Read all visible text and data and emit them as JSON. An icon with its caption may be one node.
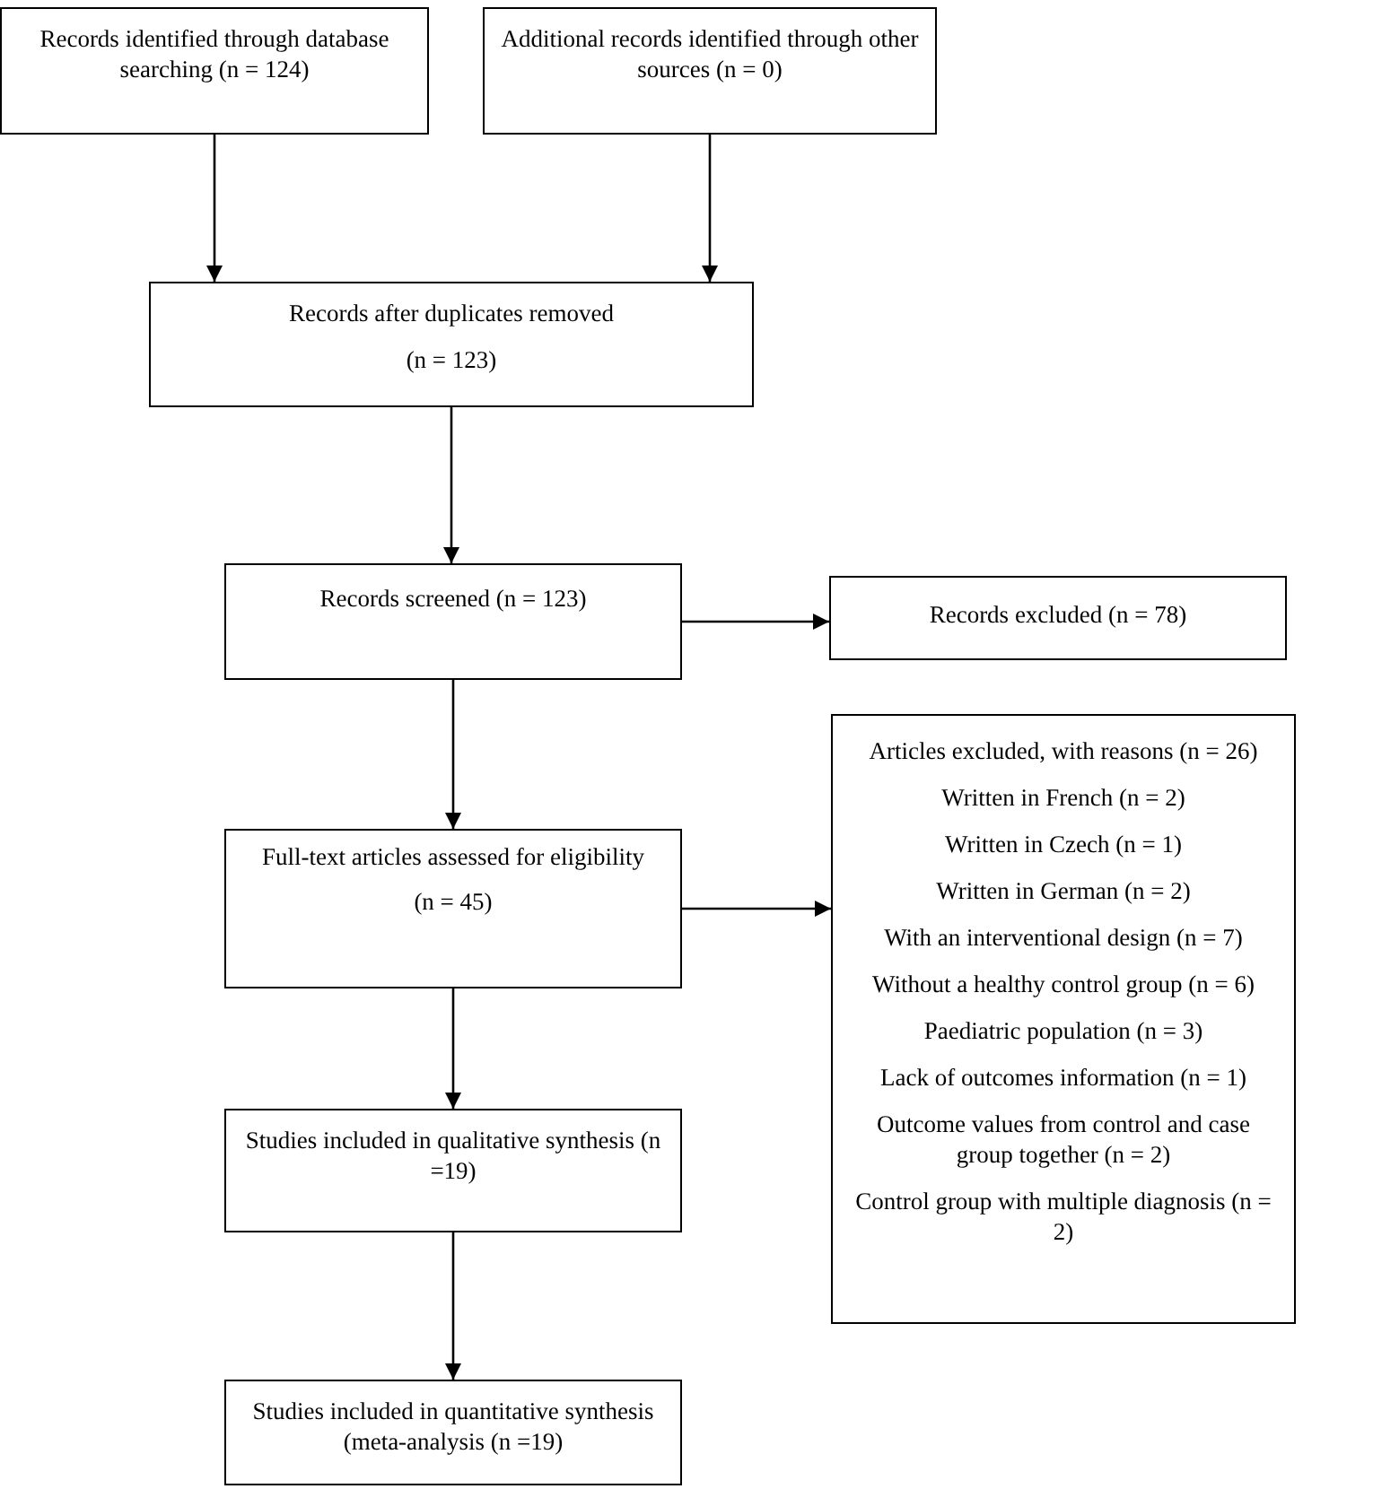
{
  "diagram": {
    "nodes": [
      {
        "text": [
          "Records identified through database searching (n = 124)"
        ]
      },
      {
        "text": [
          "Additional records identified through other sources (n = 0)"
        ]
      },
      {
        "text": [
          "Records after duplicates removed",
          "(n = 123)"
        ]
      },
      {
        "text": [
          "Records screened (n = 123)"
        ]
      },
      {
        "text": [
          "Records excluded (n = 78)"
        ]
      },
      {
        "text": [
          "Full-text articles assessed for eligibility",
          "(n = 45)"
        ]
      },
      {
        "text": [
          "Articles excluded, with reasons (n = 26)",
          "Written in French (n = 2)",
          "Written in Czech (n = 1)",
          "Written in German (n = 2)",
          "With an interventional design (n = 7)",
          "Without a healthy control group (n = 6)",
          "Paediatric population (n = 3)",
          "Lack of outcomes information (n = 1)",
          "Outcome values from control and case group together (n = 2)",
          "Control group with multiple diagnosis (n = 2)"
        ]
      },
      {
        "text": [
          "Studies included in qualitative synthesis (n =19)"
        ]
      },
      {
        "text": [
          "Studies included in quantitative synthesis (meta-analysis (n =19)"
        ]
      }
    ],
    "edges": [
      {
        "from": 0,
        "to": 2,
        "arrow": "to"
      },
      {
        "from": 1,
        "to": 2,
        "arrow": "to"
      },
      {
        "from": 2,
        "to": 3,
        "arrow": "to"
      },
      {
        "from": 3,
        "to": 4,
        "arrow": "to"
      },
      {
        "from": 3,
        "to": 5,
        "arrow": "to"
      },
      {
        "from": 5,
        "to": 6,
        "arrow": "to"
      },
      {
        "from": 5,
        "to": 7,
        "arrow": "to"
      },
      {
        "from": 7,
        "to": 8,
        "arrow": "to"
      }
    ]
  }
}
